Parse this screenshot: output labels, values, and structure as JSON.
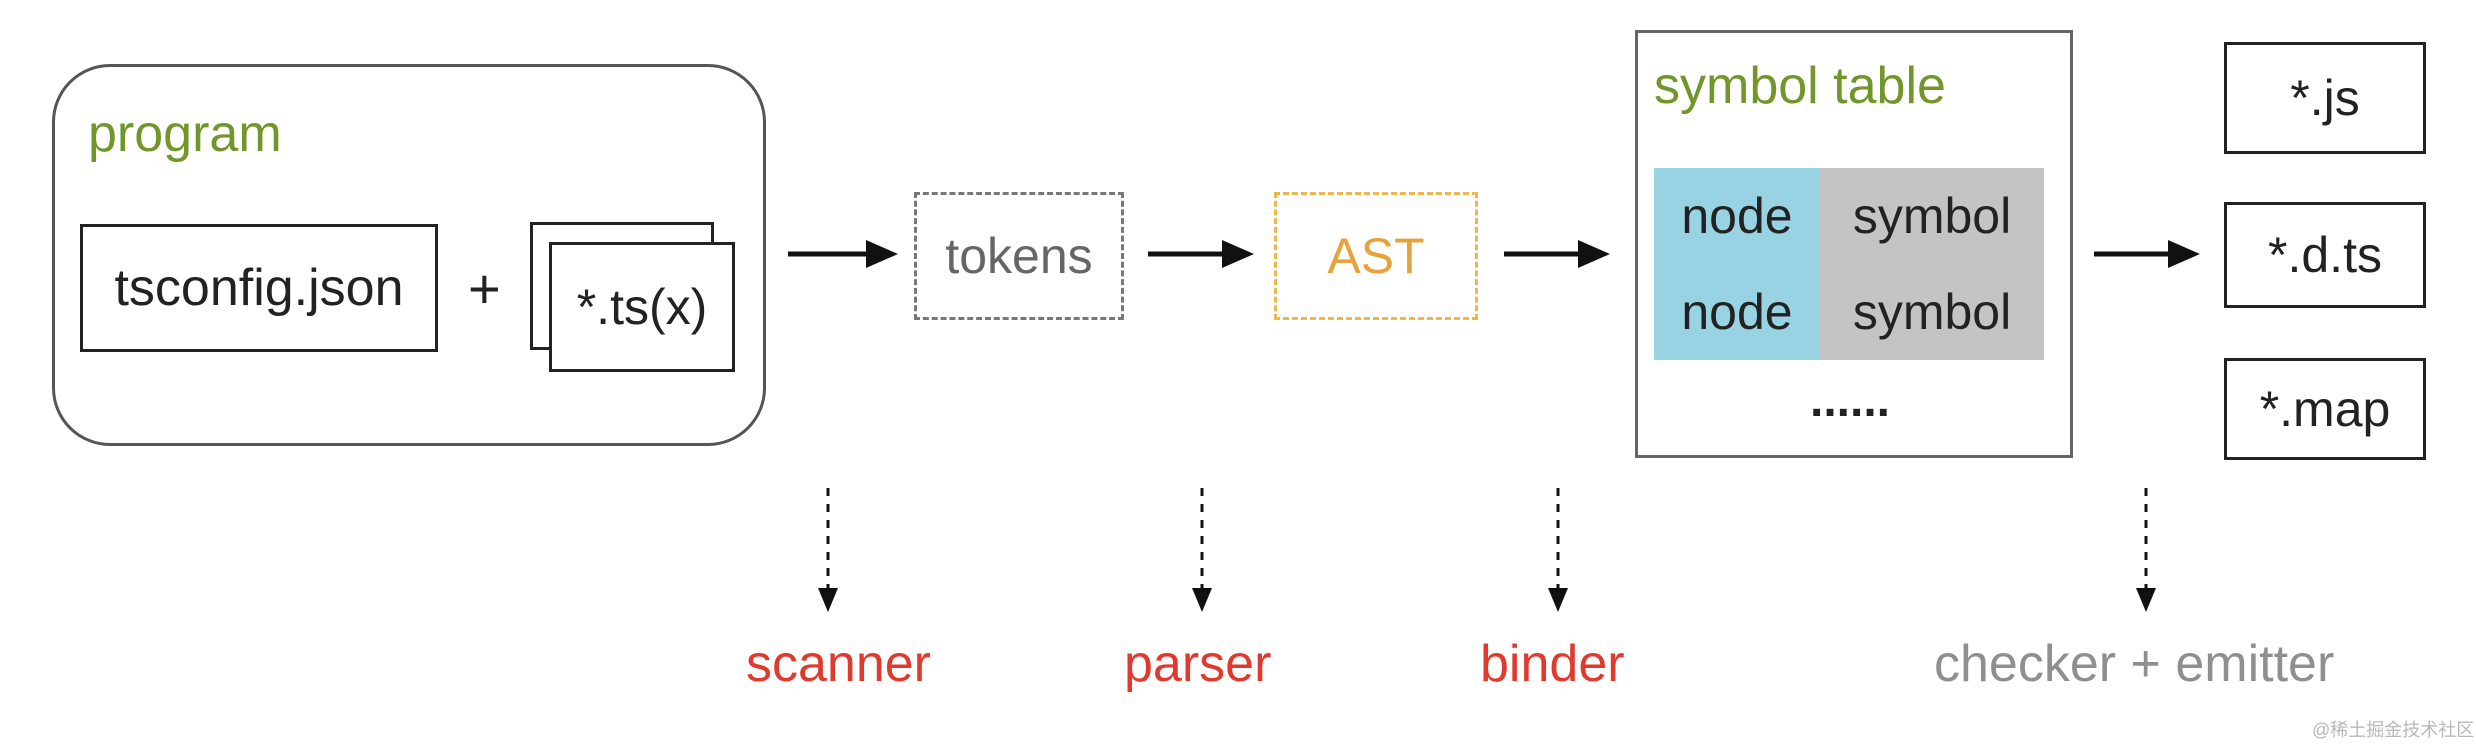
{
  "program": {
    "title": "program",
    "tsconfig": "tsconfig.json",
    "plus": "+",
    "ts_files": "*.ts(x)"
  },
  "pipeline": {
    "tokens": "tokens",
    "ast": "AST"
  },
  "symbol_table": {
    "title": "symbol table",
    "rows": [
      {
        "node": "node",
        "symbol": "symbol"
      },
      {
        "node": "node",
        "symbol": "symbol"
      }
    ],
    "ellipsis": "......"
  },
  "outputs": [
    "*.js",
    "*.d.ts",
    "*.map"
  ],
  "stages": {
    "scanner": "scanner",
    "parser": "parser",
    "binder": "binder",
    "checker_emitter": "checker + emitter"
  },
  "watermark": "@稀土掘金技术社区",
  "colors": {
    "green_title": "#73962a",
    "stage_red": "#e03a2f",
    "stage_gray": "#8f8f8f",
    "ast_orange": "#e8a23a",
    "node_blue": "#98d3e4",
    "symbol_gray": "#c4c4c4"
  }
}
